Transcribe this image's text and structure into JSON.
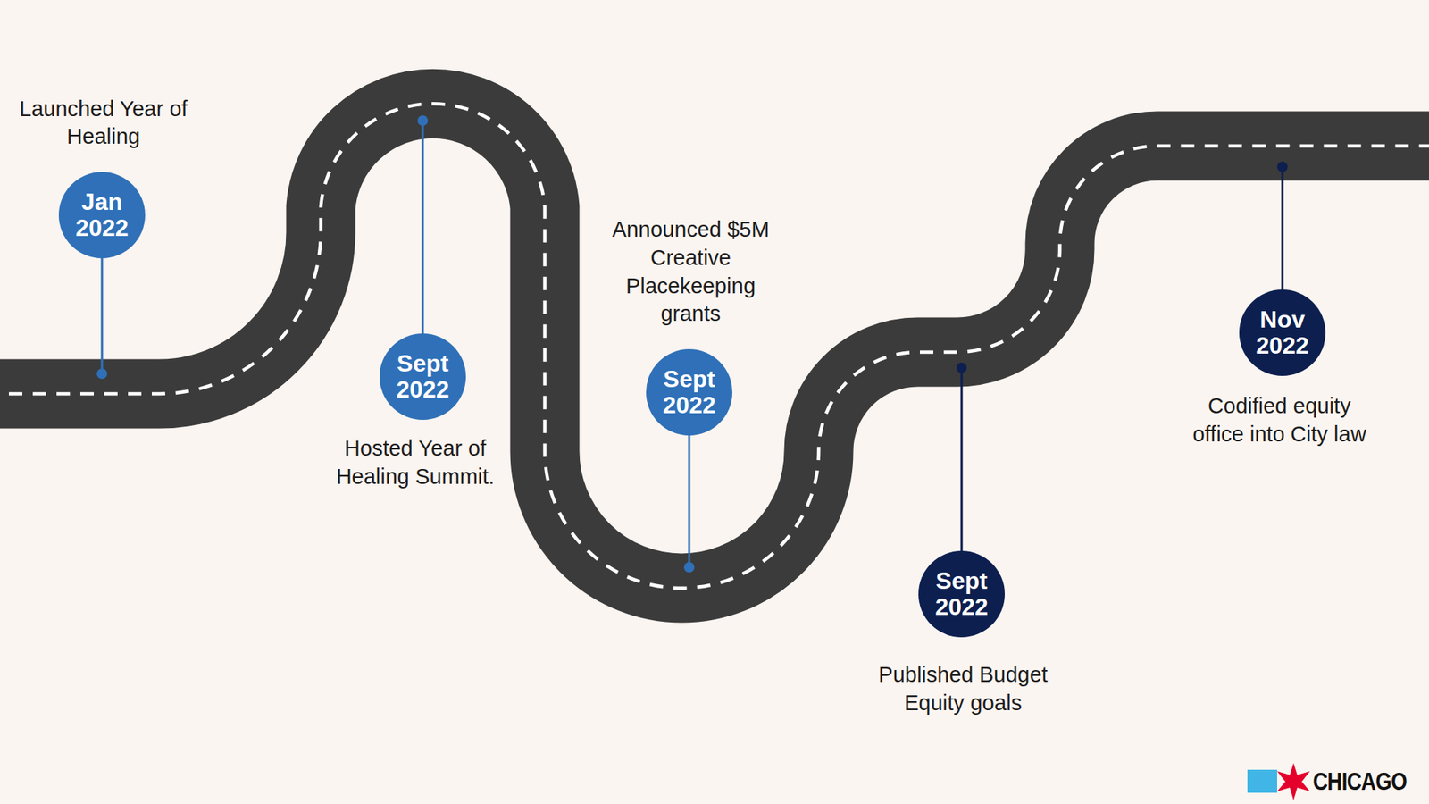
{
  "diagram": {
    "nodes": [
      {
        "text": [
          "Jan 2022",
          "Launched Year of Healing"
        ]
      },
      {
        "text": [
          "Sept 2022",
          "Hosted Year of Healing Summit."
        ]
      },
      {
        "text": [
          "Sept 2022",
          "Announced $5M Creative Placekeeping grants"
        ]
      },
      {
        "text": [
          "Sept 2022",
          "Published Budget Equity goals"
        ]
      },
      {
        "text": [
          "Nov 2022",
          "Codified equity office into City law"
        ]
      }
    ],
    "labels": [
      "CHICAGO"
    ]
  }
}
